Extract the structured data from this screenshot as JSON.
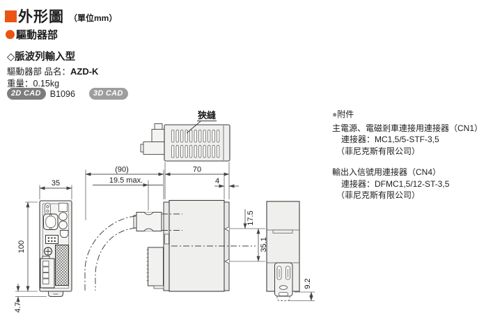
{
  "header": {
    "title": "外形圖",
    "unit_note": "（單位mm）",
    "section": "驅動器部",
    "subsection": "◇脈波列輸入型",
    "product_line": {
      "label": "驅動器部 品名：",
      "value": "AZD-K"
    },
    "weight_line": "重量：0.15kg",
    "cad": {
      "badge_2d": "2D CAD",
      "code": "B1096",
      "badge_3d": "3D CAD"
    }
  },
  "drawing": {
    "slit_label": "狹縫",
    "dims": {
      "front_width": "35",
      "front_height": "100",
      "din_tab": "4.7",
      "cable_bend_depth": "(90)",
      "connector_protrusion": "19.5 max.",
      "body_depth": "70",
      "flange_depth": "4",
      "notch_offset": "17.5",
      "notch_span": "35.1",
      "clip_protrusion": "9.2"
    }
  },
  "accessories": {
    "bullet": "●",
    "heading": "附件",
    "items": [
      {
        "title": "主電源、電磁剎車連接用連接器（CN1）",
        "connector": "連接器：MC1,5/5-STF-3,5",
        "maker": "（菲尼克斯有限公司）"
      },
      {
        "title": "輸出入信號用連接器（CN4）",
        "connector": "連接器：DFMC1,5/12-ST-3,5",
        "maker": "（菲尼克斯有限公司）"
      }
    ]
  },
  "colors": {
    "accent_orange": "#ea5514",
    "badge_2d_bg": "#7d7d7d",
    "badge_3d_bg": "#9e9e9e"
  }
}
